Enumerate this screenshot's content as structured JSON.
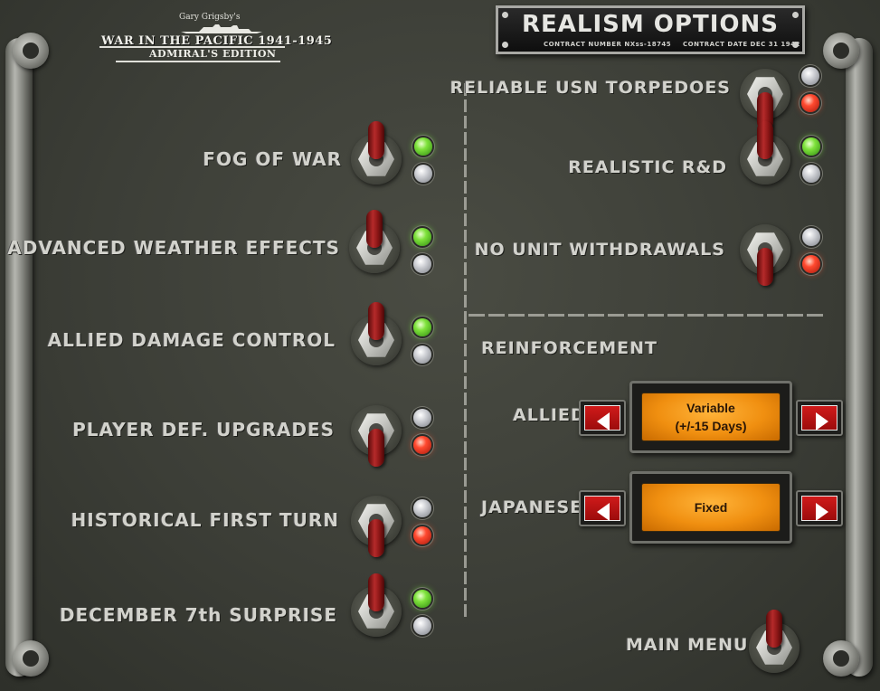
{
  "header": {
    "logo_publisher": "Gary Grigsby's",
    "logo_title": "WAR IN THE PACIFIC 1941-1945",
    "logo_edition": "ADMIRAL'S EDITION",
    "plaque_title": "REALISM OPTIONS",
    "plaque_contract": "CONTRACT NUMBER  NXss-18745",
    "plaque_date": "CONTRACT DATE  DEC 31 1942"
  },
  "options_left": [
    {
      "label": "FOG OF WAR",
      "state": "on"
    },
    {
      "label": "ADVANCED WEATHER EFFECTS",
      "state": "on"
    },
    {
      "label": "ALLIED DAMAGE CONTROL",
      "state": "on"
    },
    {
      "label": "PLAYER DEF. UPGRADES",
      "state": "off"
    },
    {
      "label": "HISTORICAL FIRST TURN",
      "state": "off"
    },
    {
      "label": "DECEMBER 7th SURPRISE",
      "state": "on"
    }
  ],
  "options_right": [
    {
      "label": "RELIABLE USN TORPEDOES",
      "state": "off"
    },
    {
      "label": "REALISTIC R&D",
      "state": "on"
    },
    {
      "label": "NO UNIT WITHDRAWALS",
      "state": "off"
    }
  ],
  "reinforcement": {
    "title": "REINFORCEMENT",
    "allied_label": "ALLIED",
    "allied_value_line1": "Variable",
    "allied_value_line2": "(+/-15 Days)",
    "japanese_label": "JAPANESE",
    "japanese_value": "Fixed"
  },
  "main_menu": {
    "label": "MAIN MENU"
  },
  "colors": {
    "led_green": "#7fe23c",
    "led_red": "#ff4a30",
    "display_amber": "#f08f10",
    "lever_red": "#b52a2a"
  }
}
